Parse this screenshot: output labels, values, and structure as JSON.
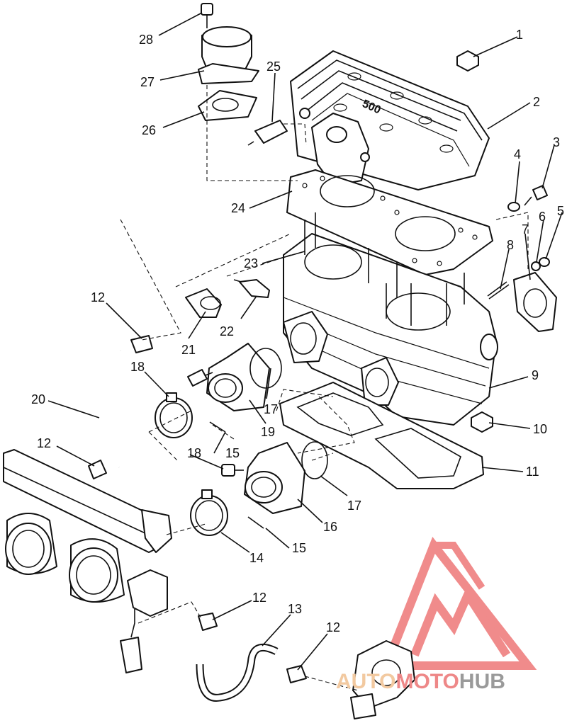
{
  "diagram": {
    "callouts": [
      {
        "id": "1",
        "text": "1"
      },
      {
        "id": "2",
        "text": "2"
      },
      {
        "id": "3",
        "text": "3"
      },
      {
        "id": "4",
        "text": "4"
      },
      {
        "id": "5",
        "text": "5"
      },
      {
        "id": "6",
        "text": "6"
      },
      {
        "id": "7",
        "text": "7"
      },
      {
        "id": "8",
        "text": "8"
      },
      {
        "id": "9",
        "text": "9"
      },
      {
        "id": "10",
        "text": "10"
      },
      {
        "id": "11",
        "text": "11"
      },
      {
        "id": "12a",
        "text": "12"
      },
      {
        "id": "12b",
        "text": "12"
      },
      {
        "id": "12c",
        "text": "12"
      },
      {
        "id": "12d",
        "text": "12"
      },
      {
        "id": "13",
        "text": "13"
      },
      {
        "id": "14",
        "text": "14"
      },
      {
        "id": "15a",
        "text": "15"
      },
      {
        "id": "15b",
        "text": "15"
      },
      {
        "id": "16",
        "text": "16"
      },
      {
        "id": "17a",
        "text": "17"
      },
      {
        "id": "17b",
        "text": "17"
      },
      {
        "id": "18a",
        "text": "18"
      },
      {
        "id": "18b",
        "text": "18"
      },
      {
        "id": "19",
        "text": "19"
      },
      {
        "id": "20",
        "text": "20"
      },
      {
        "id": "21",
        "text": "21"
      },
      {
        "id": "22",
        "text": "22"
      },
      {
        "id": "23",
        "text": "23"
      },
      {
        "id": "24",
        "text": "24"
      },
      {
        "id": "25",
        "text": "25"
      },
      {
        "id": "26",
        "text": "26"
      },
      {
        "id": "27",
        "text": "27"
      },
      {
        "id": "28",
        "text": "28"
      }
    ],
    "cover_marking": "500"
  },
  "watermark": {
    "word_auto": "AUTO",
    "word_moto": "MOTO",
    "word_hub": "HUB",
    "colors": {
      "auto": "#f2c9a0",
      "moto": "#ee8888",
      "hub": "#9a9a9a",
      "logo": "#ee7777"
    }
  }
}
